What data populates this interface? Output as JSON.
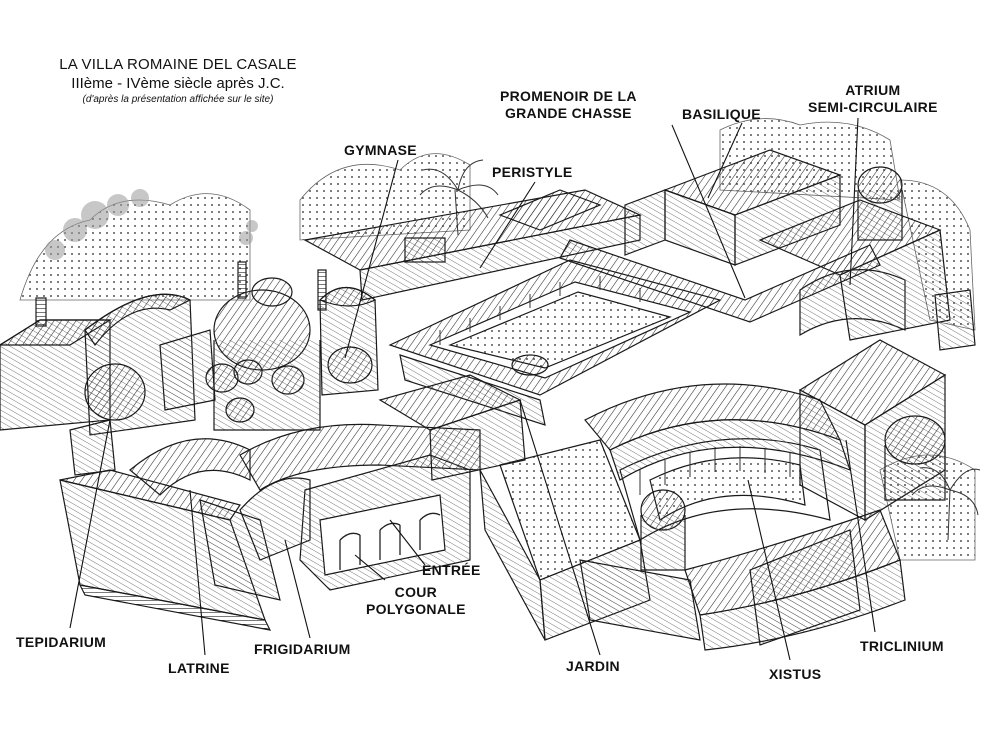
{
  "title": {
    "line1": "LA VILLA ROMAINE DEL CASALE",
    "line2": "IIIème - IVème siècle après J.C.",
    "line3": "(d'après la présentation affichée sur le site)"
  },
  "labels": {
    "gymnase": "GYMNASE",
    "peristyle": "PERISTYLE",
    "promenoir_1": "PROMENOIR DE LA",
    "promenoir_2": "GRANDE CHASSE",
    "basilique": "BASILIQUE",
    "atrium_1": "ATRIUM",
    "atrium_2": "SEMI-CIRCULAIRE",
    "entree": "ENTRÉE",
    "cour_1": "COUR",
    "cour_2": "POLYGONALE",
    "tepidarium": "TEPIDARIUM",
    "latrine": "LATRINE",
    "frigidarium": "FRIGIDARIUM",
    "jardin": "JARDIN",
    "xistus": "XISTUS",
    "triclinium": "TRICLINIUM"
  },
  "colors": {
    "ink": "#1a1a1a",
    "paper": "#ffffff",
    "shade": "#8a8a8a"
  }
}
